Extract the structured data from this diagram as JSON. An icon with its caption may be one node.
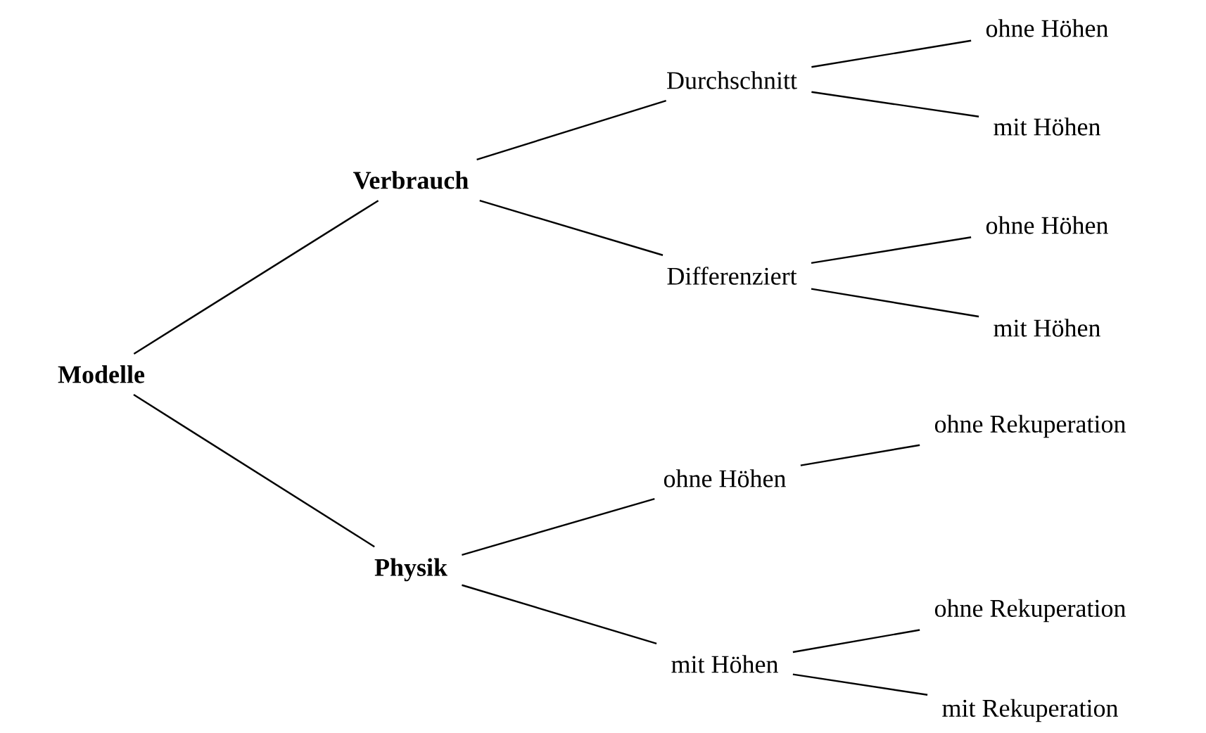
{
  "diagram": {
    "nodes": [
      {
        "text": [
          "Modelle"
        ]
      },
      {
        "text": [
          "Verbrauch"
        ]
      },
      {
        "text": [
          "Physik"
        ]
      },
      {
        "text": [
          "Durchschnitt"
        ]
      },
      {
        "text": [
          "Differenziert"
        ]
      },
      {
        "text": [
          "ohne Höhen"
        ]
      },
      {
        "text": [
          "mit Höhen"
        ]
      },
      {
        "text": [
          "ohne Höhen"
        ]
      },
      {
        "text": [
          "mit Höhen"
        ]
      },
      {
        "text": [
          "ohne Höhen"
        ]
      },
      {
        "text": [
          "mit Höhen"
        ]
      },
      {
        "text": [
          "ohne Rekuperation"
        ]
      },
      {
        "text": [
          "ohne Rekuperation"
        ]
      },
      {
        "text": [
          "mit Rekuperation"
        ]
      }
    ],
    "edges": [
      {
        "from": 0,
        "to": 1,
        "arrow": "none"
      },
      {
        "from": 0,
        "to": 2,
        "arrow": "none"
      },
      {
        "from": 1,
        "to": 3,
        "arrow": "none"
      },
      {
        "from": 1,
        "to": 4,
        "arrow": "none"
      },
      {
        "from": 2,
        "to": 5,
        "arrow": "none"
      },
      {
        "from": 2,
        "to": 6,
        "arrow": "none"
      },
      {
        "from": 3,
        "to": 7,
        "arrow": "none"
      },
      {
        "from": 3,
        "to": 8,
        "arrow": "none"
      },
      {
        "from": 4,
        "to": 9,
        "arrow": "none"
      },
      {
        "from": 4,
        "to": 10,
        "arrow": "none"
      },
      {
        "from": 5,
        "to": 11,
        "arrow": "none"
      },
      {
        "from": 6,
        "to": 12,
        "arrow": "none"
      },
      {
        "from": 6,
        "to": 13,
        "arrow": "none"
      }
    ]
  }
}
